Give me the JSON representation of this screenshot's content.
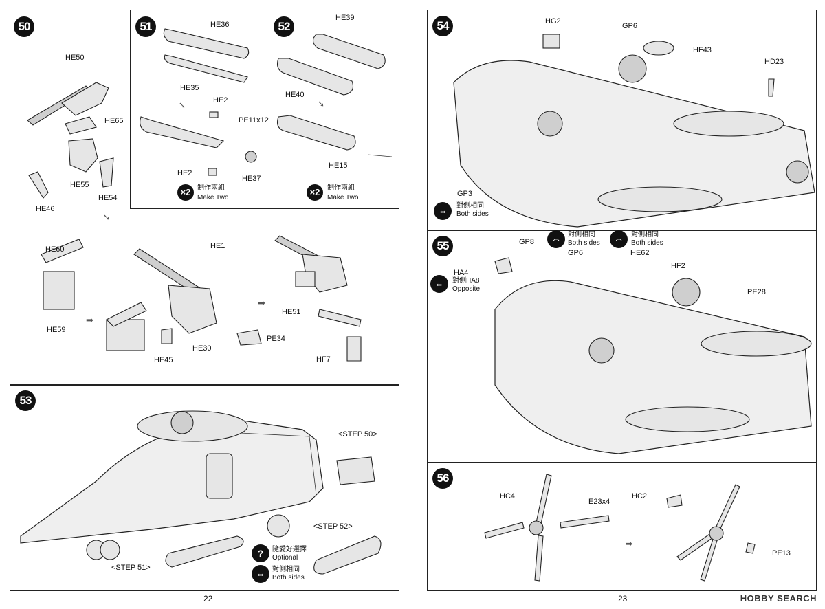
{
  "left_page": {
    "page_number": "22",
    "step50": {
      "number": "50",
      "labels": [
        "HE50",
        "HE65",
        "HE55",
        "HE54",
        "HE46",
        "HE60",
        "HE59",
        "HE45",
        "HE1",
        "HE30",
        "PE34",
        "HE51",
        "HF7"
      ]
    },
    "step51": {
      "number": "51",
      "labels": [
        "HE36",
        "HE35",
        "HE2",
        "PE11x12",
        "HE2",
        "HE37"
      ],
      "multiplier": "×2",
      "make_two_cn": "制作兩組",
      "make_two_en": "Make Two"
    },
    "step52": {
      "number": "52",
      "labels": [
        "HE39",
        "HE40",
        "HE15"
      ],
      "multiplier": "×2",
      "make_two_cn": "制作兩組",
      "make_two_en": "Make Two"
    },
    "step53": {
      "number": "53",
      "ref_step50": "<STEP 50>",
      "ref_step51": "<STEP 51>",
      "ref_step52": "<STEP 52>",
      "optional_cn": "隨愛好選擇",
      "optional_en": "Optional",
      "both_sides_cn": "對側相同",
      "both_sides_en": "Both sides"
    }
  },
  "right_page": {
    "page_number": "23",
    "step54": {
      "number": "54",
      "labels": [
        "HG2",
        "GP6",
        "HF43",
        "HD23",
        "GP3"
      ],
      "both_sides_cn": "對側相同",
      "both_sides_en": "Both sides"
    },
    "step55": {
      "number": "55",
      "labels": [
        "GP8",
        "GP6",
        "HE62",
        "HF2",
        "PE28",
        "HA4"
      ],
      "both_sides_cn_1": "對側相同",
      "both_sides_en_1": "Both sides",
      "both_sides_cn_2": "對側相同",
      "both_sides_en_2": "Both sides",
      "opposite_cn": "對側HA8",
      "opposite_en": "Opposite"
    },
    "step56": {
      "number": "56",
      "labels": [
        "HC4",
        "E23x4",
        "HC2",
        "PE13"
      ]
    }
  },
  "watermark": "HOBBY SEARCH",
  "icons": {
    "question": "question-circle-icon",
    "both_sides": "double-arrow-icon"
  }
}
